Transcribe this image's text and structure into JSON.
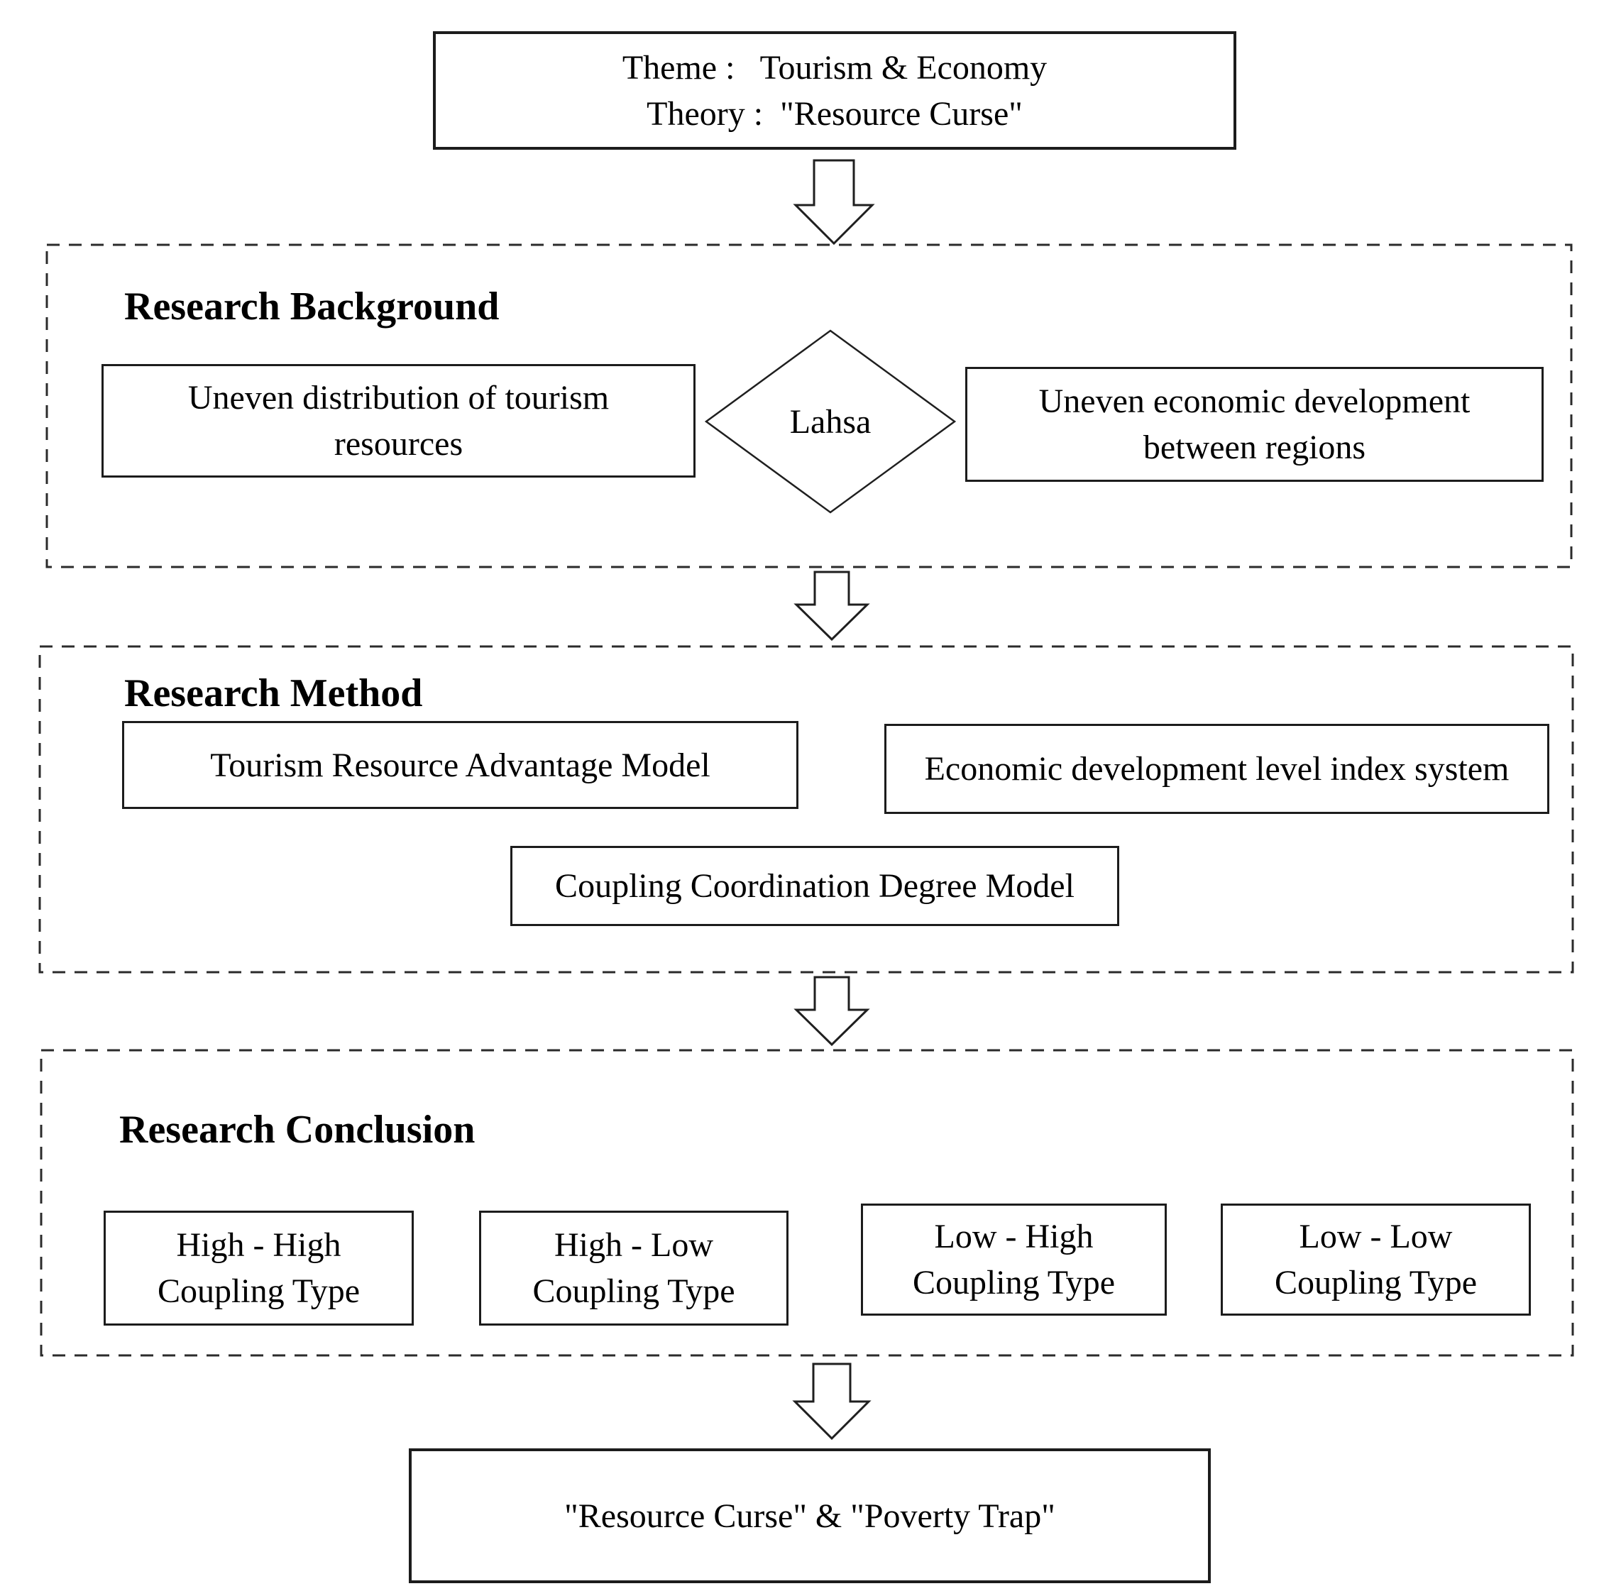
{
  "diagram": {
    "title_box": {
      "line1": "Theme :   Tourism & Economy",
      "line2": "Theory :  \"Resource Curse\""
    },
    "background": {
      "heading": "Research Background",
      "left_box": {
        "line1": "Uneven distribution of tourism",
        "line2": "resources"
      },
      "diamond_label": "Lahsa",
      "right_box": {
        "line1": "Uneven economic development",
        "line2": "between regions"
      }
    },
    "method": {
      "heading": "Research Method",
      "left_box": "Tourism Resource Advantage Model",
      "right_box": "Economic development level index system",
      "center_box": "Coupling Coordination Degree Model"
    },
    "conclusion": {
      "heading": "Research Conclusion",
      "boxes": [
        {
          "line1": "High - High",
          "line2": "Coupling Type"
        },
        {
          "line1": "High - Low",
          "line2": "Coupling Type"
        },
        {
          "line1": "Low - High",
          "line2": "Coupling Type"
        },
        {
          "line1": "Low - Low",
          "line2": "Coupling Type"
        }
      ]
    },
    "result_box": "\"Resource Curse\" & \"Poverty Trap\"",
    "colors": {
      "stroke": "#1f1f1f",
      "background": "#ffffff",
      "text": "#000000"
    }
  }
}
